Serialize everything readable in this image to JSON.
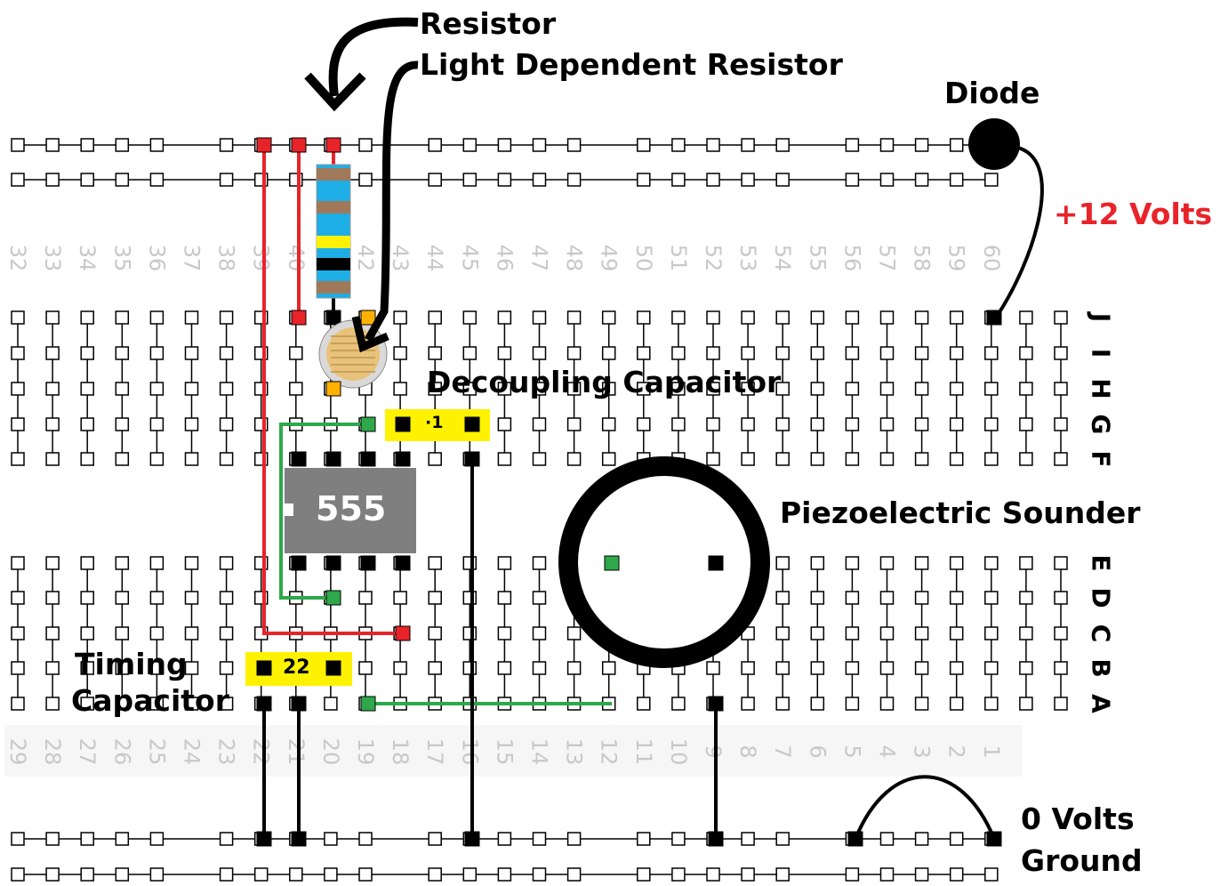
{
  "labels": {
    "resistor": "Resistor",
    "ldr": "Light Dependent Resistor",
    "diode": "Diode",
    "plus12": "+12 Volts",
    "decoupling": "Decoupling Capacitor",
    "piezo": "Piezoelectric Sounder",
    "timing_line1": "Timing",
    "timing_line2": "Capacitor",
    "zero_volts": "0 Volts",
    "ground": "Ground",
    "chip": "555",
    "decap_value": "·1",
    "timing_value": "22"
  },
  "top_column_numbers": [
    "32",
    "33",
    "34",
    "35",
    "36",
    "37",
    "38",
    "39",
    "40",
    "41",
    "42",
    "43",
    "44",
    "45",
    "46",
    "47",
    "48",
    "49",
    "50",
    "51",
    "52",
    "53",
    "54",
    "55",
    "56",
    "57",
    "58",
    "59",
    "60"
  ],
  "bottom_column_numbers": [
    "29",
    "28",
    "27",
    "26",
    "25",
    "24",
    "23",
    "22",
    "21",
    "20",
    "19",
    "18",
    "17",
    "16",
    "15",
    "14",
    "13",
    "12",
    "11",
    "10",
    "9",
    "8",
    "7",
    "6",
    "5",
    "4",
    "3",
    "2",
    "1"
  ],
  "top_row_letters": [
    "J",
    "I",
    "H",
    "G",
    "F"
  ],
  "bottom_row_letters": [
    "E",
    "D",
    "C",
    "B",
    "A"
  ],
  "colors": {
    "power_wire": "#e8232a",
    "signal_wire": "#2ea84a",
    "ground_wire": "#000000",
    "capacitor_body": "#fff200",
    "chip_body": "#7f7f7f",
    "number_text": "#c8c8c8"
  }
}
